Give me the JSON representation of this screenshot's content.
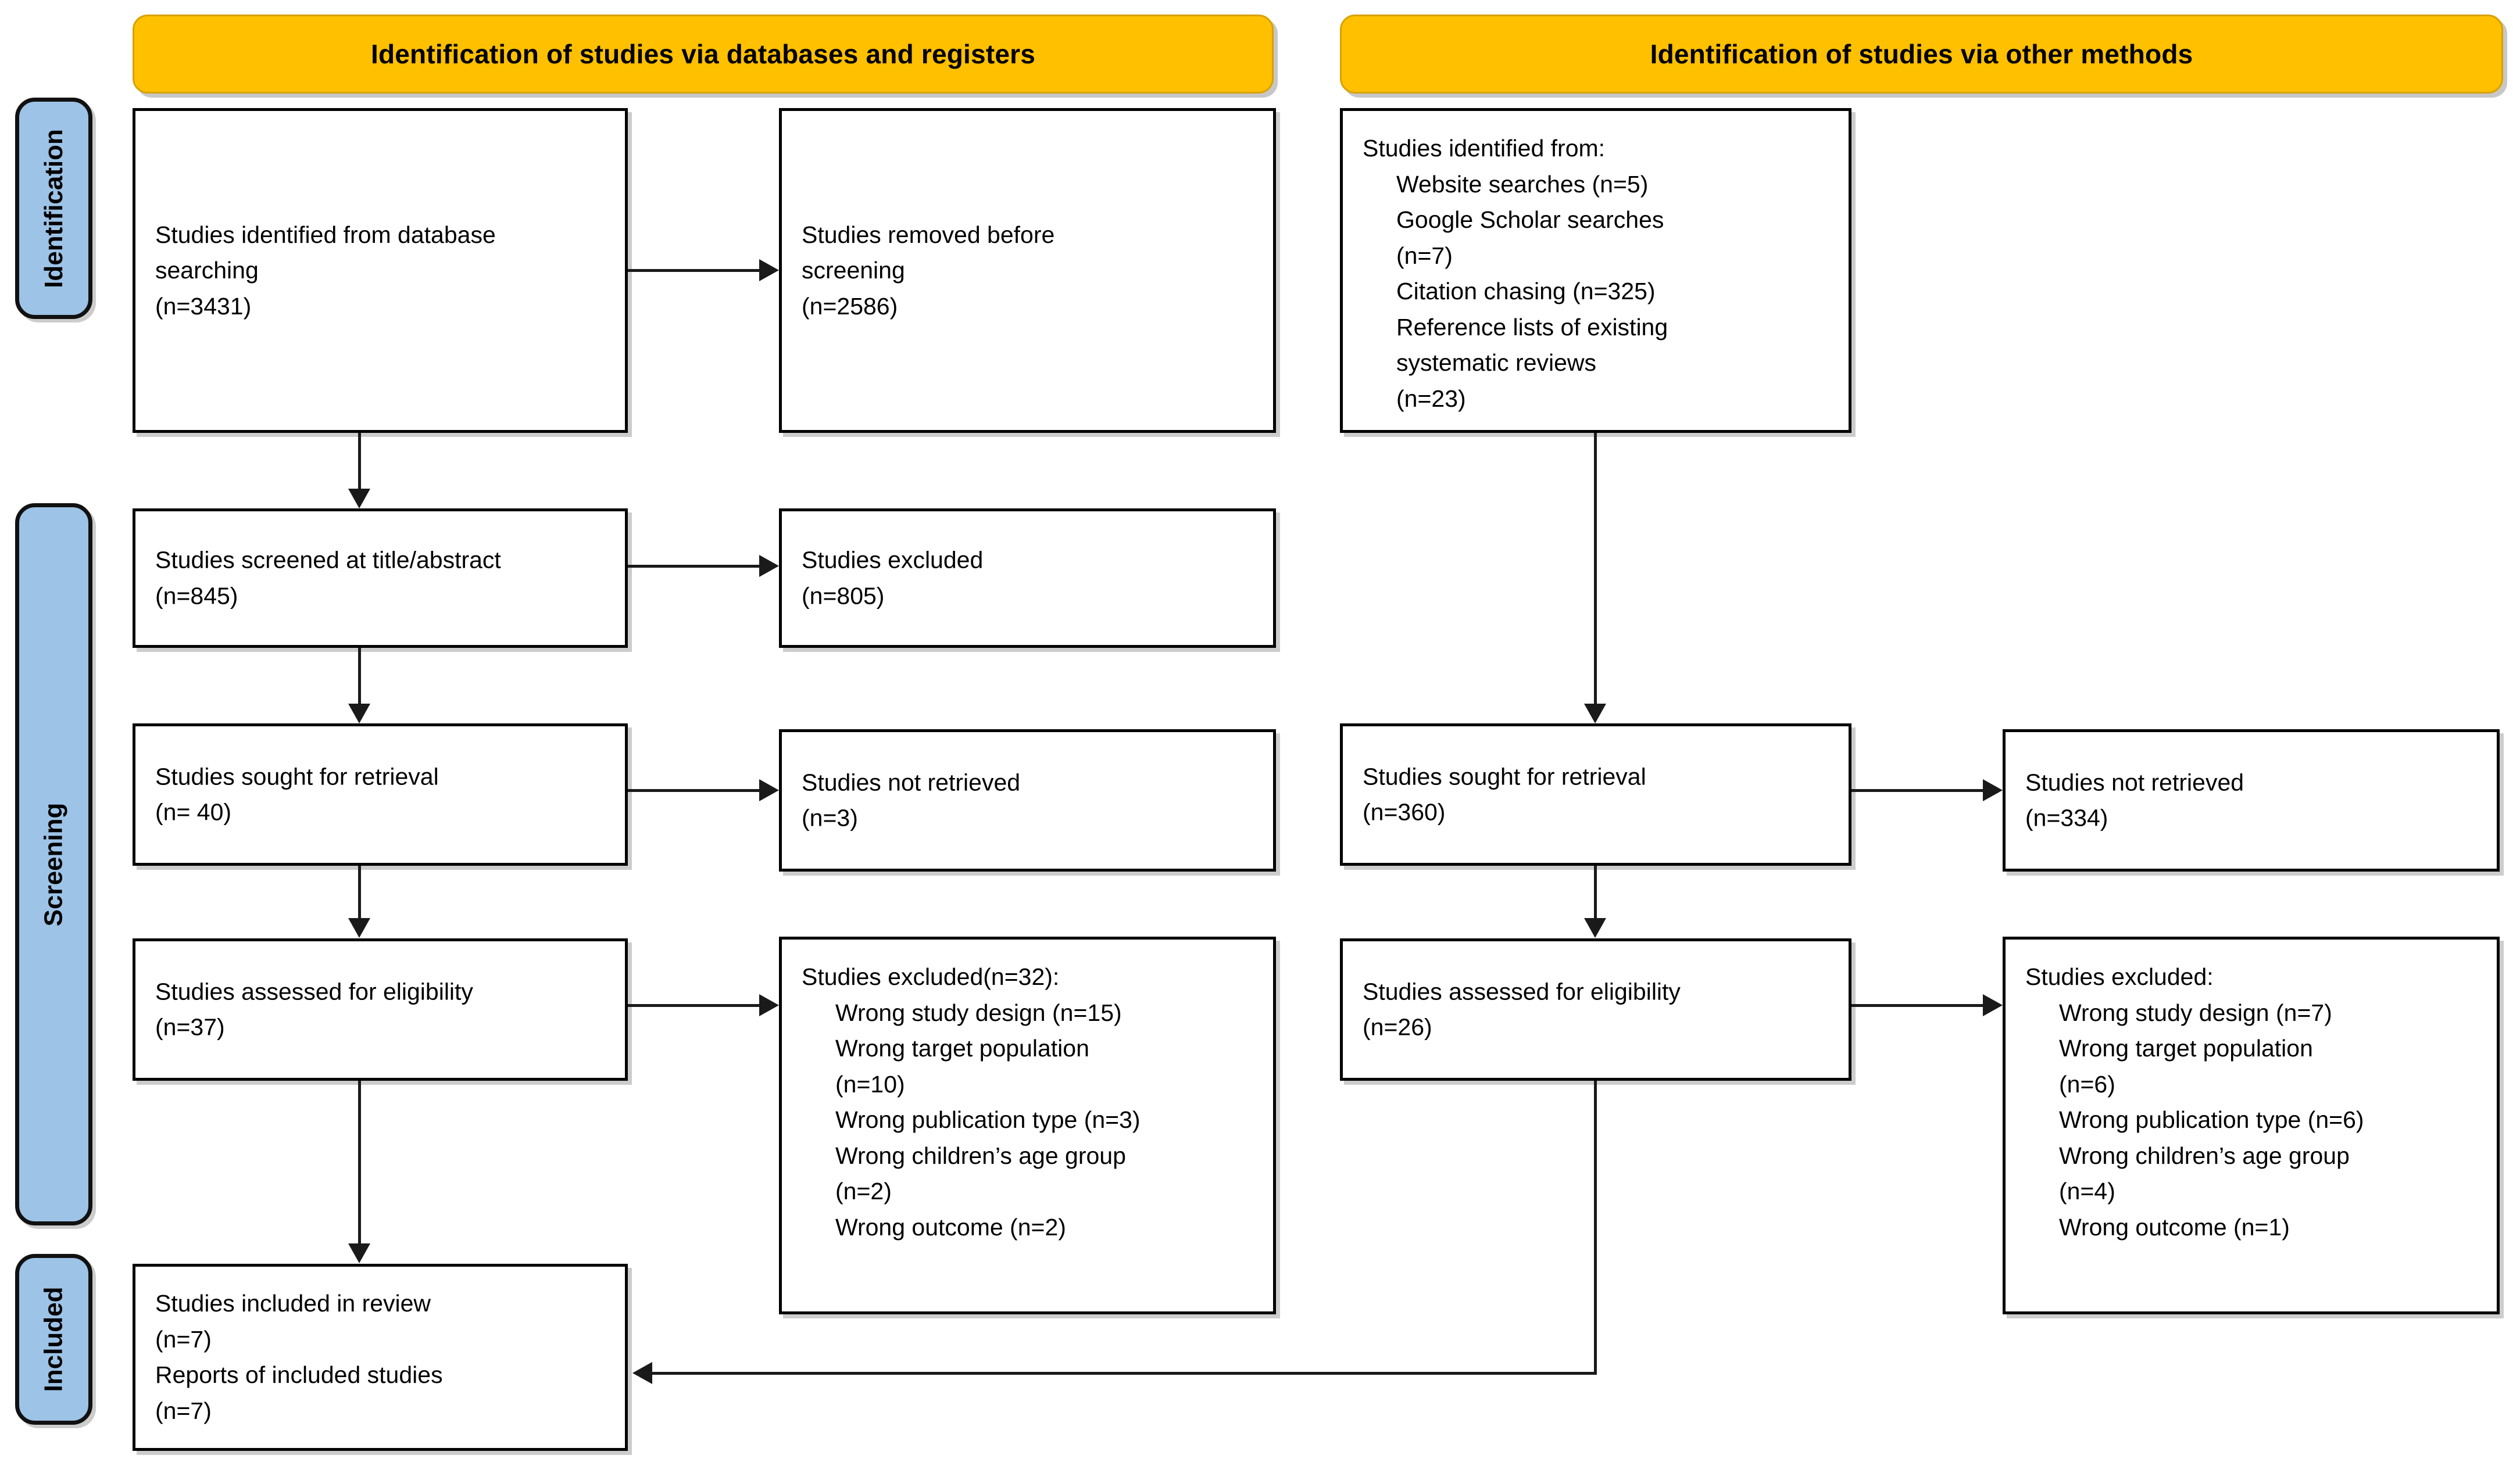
{
  "diagram": {
    "type": "PRISMA 2020 flow diagram",
    "colors": {
      "header_fill": "#FFC000",
      "header_border": "#D9A100",
      "stage_tab_fill": "#9DC3E6",
      "box_border": "#000000",
      "connector": "#1a1a1a",
      "background": "#FFFFFF"
    }
  },
  "headers": {
    "left": "Identification of studies via databases and registers",
    "right": "Identification of studies via other methods"
  },
  "stages": [
    {
      "label": "Identification"
    },
    {
      "label": "Screening"
    },
    {
      "label": "Included"
    }
  ],
  "left_column": {
    "identified": {
      "line1": "Studies identified from database",
      "line2": "searching",
      "line3": "(n=3431)"
    },
    "removed": {
      "line1": "Studies removed before",
      "line2": "screening",
      "line3": "(n=2586)"
    },
    "screened": {
      "line1": "Studies screened at title/abstract",
      "line2": "(n=845)"
    },
    "excluded_screen": {
      "line1": "Studies excluded",
      "line2": "(n=805)"
    },
    "sought": {
      "line1": "Studies sought for retrieval",
      "line2": "(n= 40)"
    },
    "not_retrieved": {
      "line1": "Studies not retrieved",
      "line2": "(n=3)"
    },
    "assessed": {
      "line1": "Studies assessed for eligibility",
      "line2": "(n=37)"
    },
    "excluded_full": {
      "title": "Studies excluded(n=32):",
      "reasons": [
        "Wrong study design (n=15)",
        "Wrong target population",
        "(n=10)",
        "Wrong publication type (n=3)",
        "Wrong children’s age group",
        "(n=2)",
        "Wrong outcome (n=2)"
      ]
    },
    "included": {
      "line1": "Studies included in review",
      "line2": "(n=7)",
      "line3": "Reports of included studies",
      "line4": "(n=7)"
    }
  },
  "right_column": {
    "identified": {
      "title": "Studies identified from:",
      "sources": [
        "Website searches (n=5)",
        "Google Scholar searches",
        "(n=7)",
        "Citation chasing (n=325)",
        "Reference lists of existing",
        "systematic reviews",
        "(n=23)"
      ]
    },
    "sought": {
      "line1": "Studies sought for retrieval",
      "line2": "(n=360)"
    },
    "not_retrieved": {
      "line1": "Studies not retrieved",
      "line2": "(n=334)"
    },
    "assessed": {
      "line1": "Studies assessed for eligibility",
      "line2": "(n=26)"
    },
    "excluded_full": {
      "title": "Studies excluded:",
      "reasons": [
        "Wrong study design (n=7)",
        "Wrong target population",
        "(n=6)",
        "Wrong publication type (n=6)",
        "Wrong children’s age group",
        "(n=4)",
        "Wrong outcome (n=1)"
      ]
    }
  },
  "chart_data": {
    "type": "table",
    "title": "PRISMA 2020 flow of information",
    "series": [
      {
        "name": "Database/register: identified",
        "value": 3431
      },
      {
        "name": "Database/register: removed before screening",
        "value": 2586
      },
      {
        "name": "Database/register: screened at title/abstract",
        "value": 845
      },
      {
        "name": "Database/register: excluded at screening",
        "value": 805
      },
      {
        "name": "Database/register: sought for retrieval",
        "value": 40
      },
      {
        "name": "Database/register: not retrieved",
        "value": 3
      },
      {
        "name": "Database/register: assessed for eligibility",
        "value": 37
      },
      {
        "name": "Database/register: excluded at full text",
        "value": 32
      },
      {
        "name": "Other methods: website searches",
        "value": 5
      },
      {
        "name": "Other methods: Google Scholar searches",
        "value": 7
      },
      {
        "name": "Other methods: citation chasing",
        "value": 325
      },
      {
        "name": "Other methods: reference lists of existing systematic reviews",
        "value": 23
      },
      {
        "name": "Other methods: sought for retrieval",
        "value": 360
      },
      {
        "name": "Other methods: not retrieved",
        "value": 334
      },
      {
        "name": "Other methods: assessed for eligibility",
        "value": 26
      },
      {
        "name": "Studies included in review",
        "value": 7
      },
      {
        "name": "Reports of included studies",
        "value": 7
      }
    ]
  }
}
